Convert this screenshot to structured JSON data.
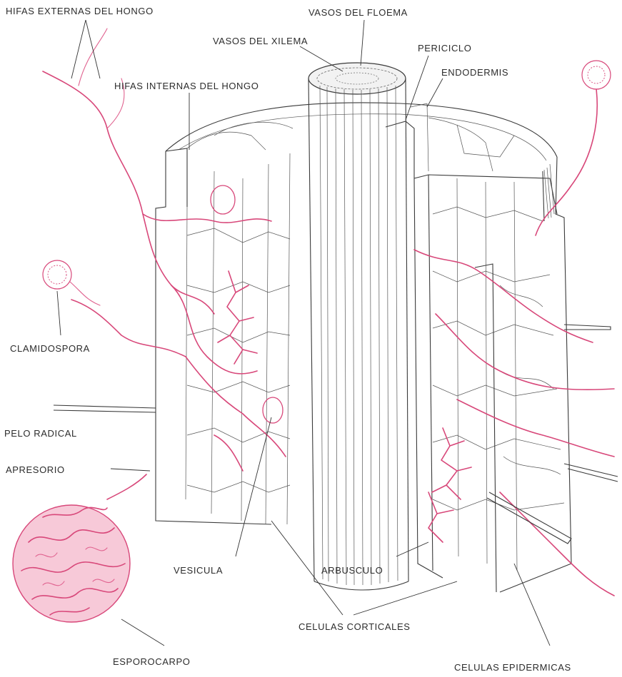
{
  "colors": {
    "fungus": "#d8487a",
    "ink": "#3a3a3a",
    "background": "#ffffff"
  },
  "labels": {
    "hifas_externas": "HIFAS EXTERNAS DEL HONGO",
    "vasos_floema": "VASOS DEL FLOEMA",
    "vasos_xilema": "VASOS DEL XILEMA",
    "periciclo": "PERICICLO",
    "endodermis": "ENDODERMIS",
    "hifas_internas": "HIFAS INTERNAS DEL HONGO",
    "clamidospora": "CLAMIDOSPORA",
    "pelo_radical": "PELO RADICAL",
    "apresorio": "APRESORIO",
    "vesicula": "VESICULA",
    "arbusculo": "ARBUSCULO",
    "celulas_corticales": "CELULAS CORTICALES",
    "esporocarpo": "ESPOROCARPO",
    "celulas_epidermicas": "CELULAS EPIDERMICAS"
  }
}
